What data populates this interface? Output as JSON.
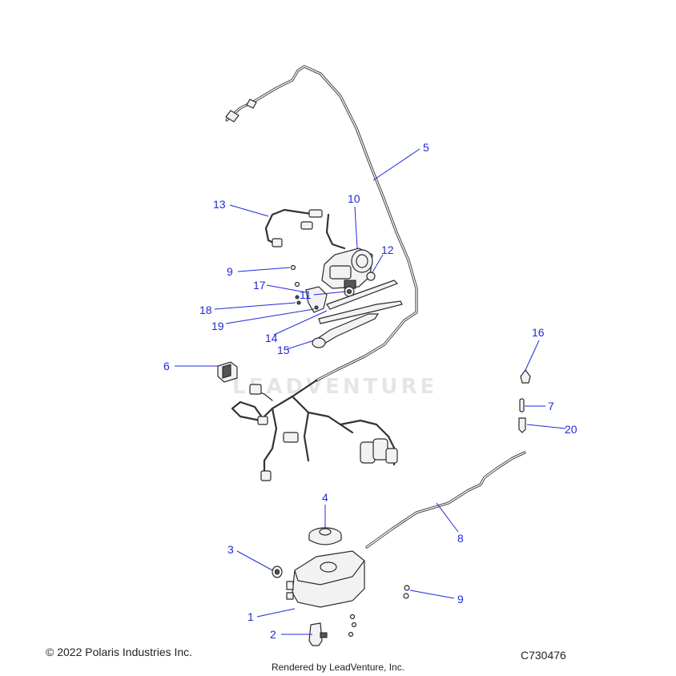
{
  "footer": {
    "copyright": "© 2022 Polaris Industries Inc.",
    "drawing_id": "C730476",
    "rendered_by": "Rendered by LeadVenture, Inc."
  },
  "watermark": "LEADVENTURE",
  "colors": {
    "callout": "#1f2ad8",
    "line_art": "#333333"
  },
  "callouts": [
    {
      "id": "c1",
      "label": "1"
    },
    {
      "id": "c2",
      "label": "2"
    },
    {
      "id": "c3",
      "label": "3"
    },
    {
      "id": "c4",
      "label": "4"
    },
    {
      "id": "c5",
      "label": "5"
    },
    {
      "id": "c6",
      "label": "6"
    },
    {
      "id": "c7",
      "label": "7"
    },
    {
      "id": "c8",
      "label": "8"
    },
    {
      "id": "c9a",
      "label": "9"
    },
    {
      "id": "c9b",
      "label": "9"
    },
    {
      "id": "c10",
      "label": "10"
    },
    {
      "id": "c11",
      "label": "11"
    },
    {
      "id": "c12",
      "label": "12"
    },
    {
      "id": "c13",
      "label": "13"
    },
    {
      "id": "c14",
      "label": "14"
    },
    {
      "id": "c15",
      "label": "15"
    },
    {
      "id": "c16",
      "label": "16"
    },
    {
      "id": "c17",
      "label": "17"
    },
    {
      "id": "c18",
      "label": "18"
    },
    {
      "id": "c19",
      "label": "19"
    },
    {
      "id": "c20",
      "label": "20"
    }
  ]
}
